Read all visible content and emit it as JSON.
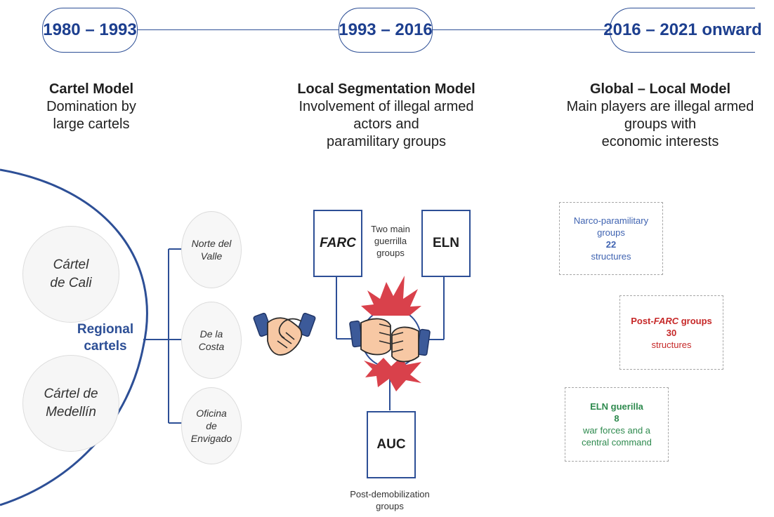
{
  "timeline": {
    "periods": [
      {
        "label": "1980 – 1993"
      },
      {
        "label": "1993 – 2016"
      },
      {
        "label": "2016 – 2021 onward"
      }
    ]
  },
  "models": [
    {
      "title": "Cartel Model",
      "line1": "Domination by",
      "line2": "large cartels",
      "line3": ""
    },
    {
      "title": "Local Segmentation Model",
      "line1": "Involvement of illegal armed",
      "line2": "actors and",
      "line3": "paramilitary groups"
    },
    {
      "title": "Global – Local Model",
      "line1": "Main players are illegal armed",
      "line2": "groups with",
      "line3": "economic interests"
    }
  ],
  "cartel_model": {
    "cartels": [
      {
        "line1": "Cártel",
        "line2": "de Cali"
      },
      {
        "line1": "Cártel de",
        "line2": "Medellín"
      }
    ],
    "regional_label": {
      "line1": "Regional",
      "line2": "cartels"
    },
    "regional_cartels": [
      {
        "line1": "Norte del",
        "line2": "Valle",
        "line3": ""
      },
      {
        "line1": "De la",
        "line2": "Costa",
        "line3": ""
      },
      {
        "line1": "Oficina",
        "line2": "de",
        "line3": "Envigado"
      }
    ]
  },
  "segmentation_model": {
    "actors": {
      "farc": "FARC",
      "eln": "ELN",
      "auc": "AUC"
    },
    "guerrilla_caption": {
      "line1": "Two main",
      "line2": "guerrilla",
      "line3": "groups"
    },
    "post_demob_caption": {
      "line1": "Post-demobilization",
      "line2": "groups"
    }
  },
  "global_local_model": {
    "narco": {
      "line1": "Narco-paramilitary",
      "line2": "groups",
      "count": "22",
      "unit": "structures"
    },
    "post_farc": {
      "prefix": "Post-",
      "emph": "FARC",
      "suffix": " groups",
      "count": "30",
      "unit": "structures"
    },
    "eln": {
      "title": "ELN guerilla",
      "count": "8",
      "line1": "war forces and a",
      "line2": "central command"
    }
  },
  "colors": {
    "accent_blue": "#2d4f96",
    "narco_blue": "#3f63b1",
    "post_farc_red": "#c62828",
    "eln_green": "#2e8a4e",
    "clash_red": "#d9414b",
    "hand_skin": "#f7c8a4",
    "cuff_blue": "#3c5a99"
  },
  "icons": {
    "handshake": "handshake-icon",
    "clash": "fist-bump-clash-icon"
  }
}
